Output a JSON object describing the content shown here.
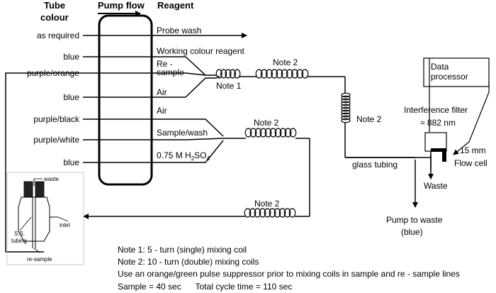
{
  "headers": {
    "tube_colour_1": "Tube",
    "tube_colour_2": "colour",
    "pump_flow": "Pump flow",
    "reagent": "Reagent"
  },
  "tubes": [
    {
      "colour": "as required",
      "reagent": "Probe wash"
    },
    {
      "colour": "blue",
      "reagent": "Working colour reagent"
    },
    {
      "colour": "purple/orange",
      "reagent_line1": "Re -",
      "reagent_line2": "sample"
    },
    {
      "colour": "blue",
      "reagent": "Air"
    },
    {
      "colour": "purple/black",
      "reagent": "Air"
    },
    {
      "colour": "purple/white",
      "reagent": "Sample/wash"
    },
    {
      "colour": "blue",
      "reagent_pre": "0.75 M H",
      "reagent_sub1": "2",
      "reagent_mid": "SO",
      "reagent_sub2": "4"
    }
  ],
  "coil_labels": {
    "note1": "Note 1",
    "note2": "Note 2"
  },
  "detector": {
    "data_processor_1": "Data",
    "data_processor_2": "processor",
    "filter": "Interference filter",
    "wavelength": "≈ 882 nm",
    "flow_cell_1": "15 mm",
    "flow_cell_2": "Flow cell",
    "glass_tubing": "glass tubing",
    "waste": "Waste",
    "pump_to_waste_1": "Pump to waste",
    "pump_to_waste_2": "(blue)"
  },
  "suppressor": {
    "waste": "waste",
    "inlet": "inlet",
    "ss_1": "S.S.",
    "ss_2": "tubing",
    "resample": "re-sample"
  },
  "notes": [
    "Note 1:  5 - turn (single) mixing coil",
    "Note 2:  10 - turn (double) mixing coils",
    "Use an orange/green pulse suppressor prior to mixing coils in sample and re - sample lines",
    "Sample = 40 sec      Total cycle time = 110 sec"
  ]
}
